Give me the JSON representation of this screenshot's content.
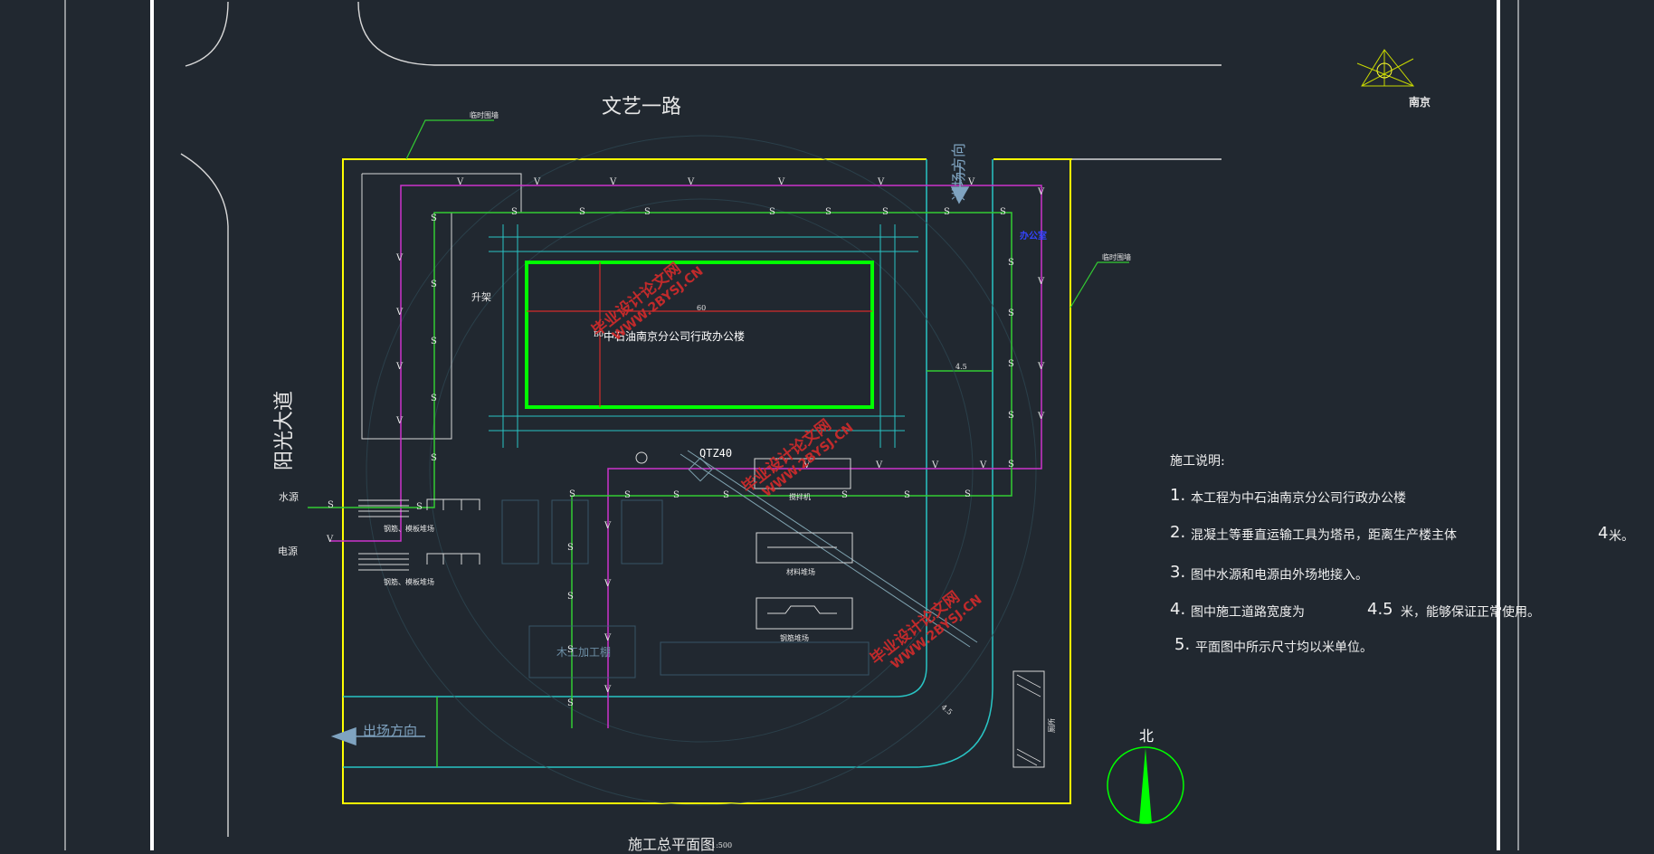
{
  "roads": {
    "north": "文艺一路",
    "west": "阳光大道"
  },
  "compass": {
    "city": "南京",
    "north": "北"
  },
  "labels": {
    "temp_fence_top": "临时围墙",
    "temp_fence_right": "临时围墙",
    "hoist": "升架",
    "building": "中石油南京分公司行政办公楼",
    "building_prefix": "B0",
    "building_dim": "60",
    "crane": "QTZ40",
    "water_source": "水源",
    "power_source": "电源",
    "entrance": "进场方向",
    "exit": "出场方向",
    "rebar_shed_1": "钢筋、模板堆场",
    "rebar_shed_2": "钢筋、模板堆场",
    "wood_shed": "木工加工棚",
    "mixer": "搅拌机",
    "store_1": "材料堆场",
    "store_2": "钢筋堆场",
    "toilet": "厕所",
    "office_blue": "办公室",
    "road_width_1": "4.5",
    "road_width_2": "4.5",
    "s_symbol": "S",
    "v_symbol": "V"
  },
  "notes": {
    "heading": "施工说明:",
    "items": [
      {
        "no": "1.",
        "text": "本工程为中石油南京分公司行政办公楼"
      },
      {
        "no": "2.",
        "text": "混凝土等垂直运输工具为塔吊，距离生产楼主体"
      },
      {
        "no": "3.",
        "text": "图中水源和电源由外场地接入。"
      },
      {
        "no": "4.",
        "text": "图中施工道路宽度为"
      },
      {
        "no": "5.",
        "text": "平面图中所示尺寸均以米单位。"
      }
    ],
    "item2_value": "4",
    "item2_unit": "米。",
    "item4_value": "4.5",
    "item4_tail": "米，能够保证正常使用。"
  },
  "title": {
    "text": "施工总平面图",
    "scale": "1:500"
  },
  "watermark": {
    "cn": "毕业设计论文网",
    "url": "WWW.2BYSJ.CN"
  },
  "colors": {
    "background": "#212830",
    "site_boundary": "#ffff00",
    "water_line": "#33cc33",
    "power_line": "#cc33cc",
    "road": "#33cccc",
    "building": "#00ff00",
    "watermark": "#d32b2b"
  }
}
